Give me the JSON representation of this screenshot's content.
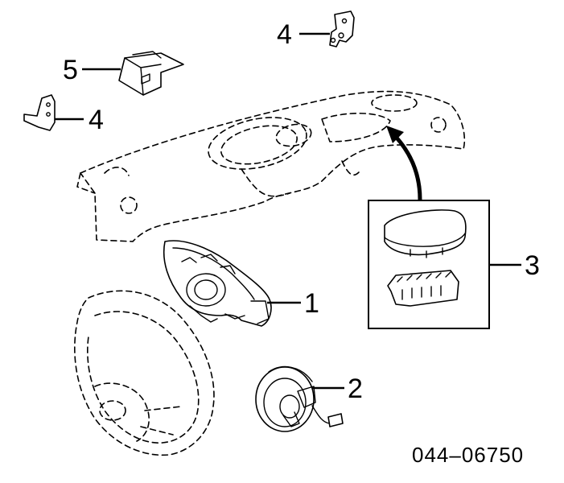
{
  "diagram": {
    "callouts": [
      {
        "id": "1",
        "label": "1"
      },
      {
        "id": "2",
        "label": "2"
      },
      {
        "id": "3",
        "label": "3"
      },
      {
        "id": "4a",
        "label": "4"
      },
      {
        "id": "4b",
        "label": "4"
      },
      {
        "id": "5",
        "label": "5"
      }
    ],
    "part_number": "044–06750"
  },
  "colors": {
    "line": "#000000",
    "background": "#ffffff"
  }
}
